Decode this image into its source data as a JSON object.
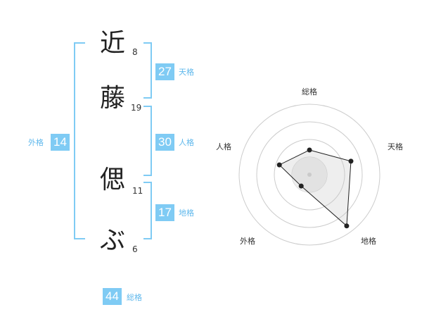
{
  "name": {
    "chars": [
      {
        "char": "近",
        "strokes": "8"
      },
      {
        "char": "藤",
        "strokes": "19"
      },
      {
        "char": "偲",
        "strokes": "11"
      },
      {
        "char": "ぶ",
        "strokes": "6"
      }
    ]
  },
  "fortunes": {
    "tenkaku": {
      "label": "天格",
      "value": "27"
    },
    "jinkaku": {
      "label": "人格",
      "value": "30"
    },
    "chikaku": {
      "label": "地格",
      "value": "17"
    },
    "gaikaku": {
      "label": "外格",
      "value": "14"
    },
    "soukaku": {
      "label": "総格",
      "value": "44"
    }
  },
  "chart_data": {
    "type": "radar",
    "axes": [
      "総格",
      "天格",
      "地格",
      "外格",
      "人格"
    ],
    "values": [
      0.35,
      0.62,
      0.9,
      0.2,
      0.45
    ],
    "rings": 4
  }
}
